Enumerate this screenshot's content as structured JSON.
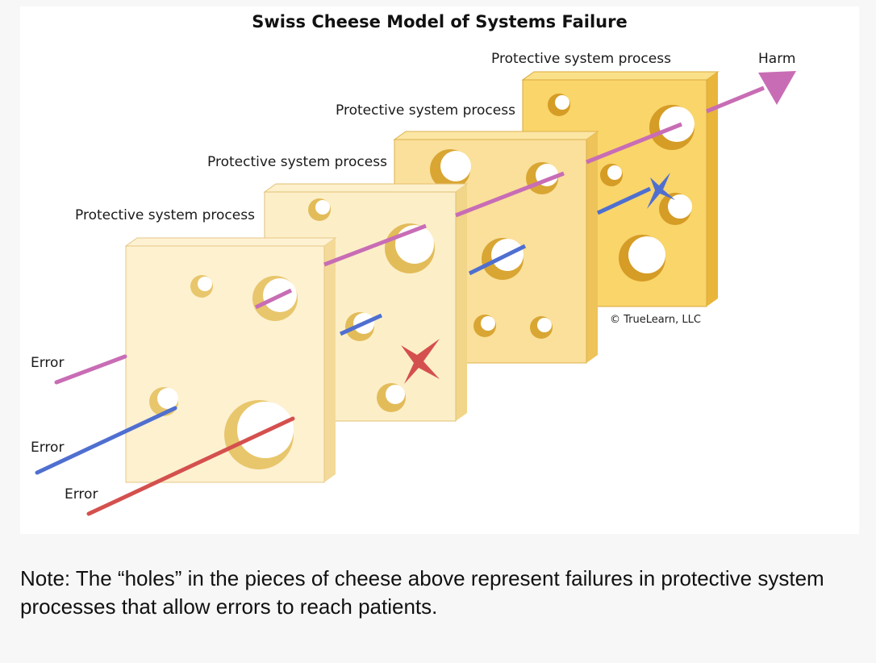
{
  "title": "Swiss Cheese Model of Systems Failure",
  "slice_labels": [
    "Protective system process",
    "Protective system process",
    "Protective system process",
    "Protective system process"
  ],
  "error_labels": [
    "Error",
    "Error",
    "Error"
  ],
  "outcome_label": "Harm",
  "copyright": "© TrueLearn, LLC",
  "note": "Note: The “holes” in the pieces of cheese above represent failures in protective system processes that allow errors to reach patients.",
  "colors": {
    "path_to_harm": "#c86db5",
    "blocked_error_blue": "#4f6fd0",
    "blocked_error_red": "#d4504e",
    "cheese_light": "#fcefc8",
    "cheese_dark": "#f9d56a"
  }
}
